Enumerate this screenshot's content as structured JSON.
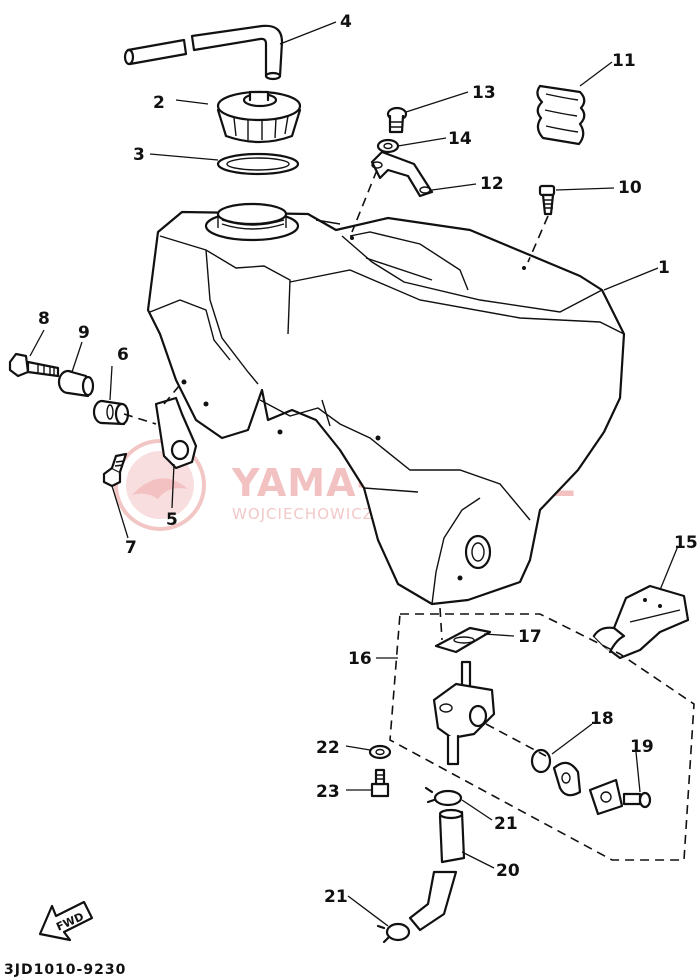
{
  "callouts": [
    {
      "id": "1",
      "label": "1"
    },
    {
      "id": "2",
      "label": "2"
    },
    {
      "id": "3",
      "label": "3"
    },
    {
      "id": "4",
      "label": "4"
    },
    {
      "id": "5",
      "label": "5"
    },
    {
      "id": "6",
      "label": "6"
    },
    {
      "id": "7",
      "label": "7"
    },
    {
      "id": "8",
      "label": "8"
    },
    {
      "id": "9",
      "label": "9"
    },
    {
      "id": "10",
      "label": "10"
    },
    {
      "id": "11",
      "label": "11"
    },
    {
      "id": "12",
      "label": "12"
    },
    {
      "id": "13",
      "label": "13"
    },
    {
      "id": "14",
      "label": "14"
    },
    {
      "id": "15",
      "label": "15"
    },
    {
      "id": "16",
      "label": "16"
    },
    {
      "id": "17",
      "label": "17"
    },
    {
      "id": "18",
      "label": "18"
    },
    {
      "id": "19",
      "label": "19"
    },
    {
      "id": "20",
      "label": "20"
    },
    {
      "id": "21a",
      "label": "21"
    },
    {
      "id": "21b",
      "label": "21"
    },
    {
      "id": "22",
      "label": "22"
    },
    {
      "id": "23",
      "label": "23"
    }
  ],
  "watermark": {
    "brand": "YAMA-SKLEP.PL",
    "subtitle": "WOJCIECHOWICZ - DEALER YAMAHA"
  },
  "fwd_label": "FWD",
  "diagram_code": "3JD1010-9230"
}
